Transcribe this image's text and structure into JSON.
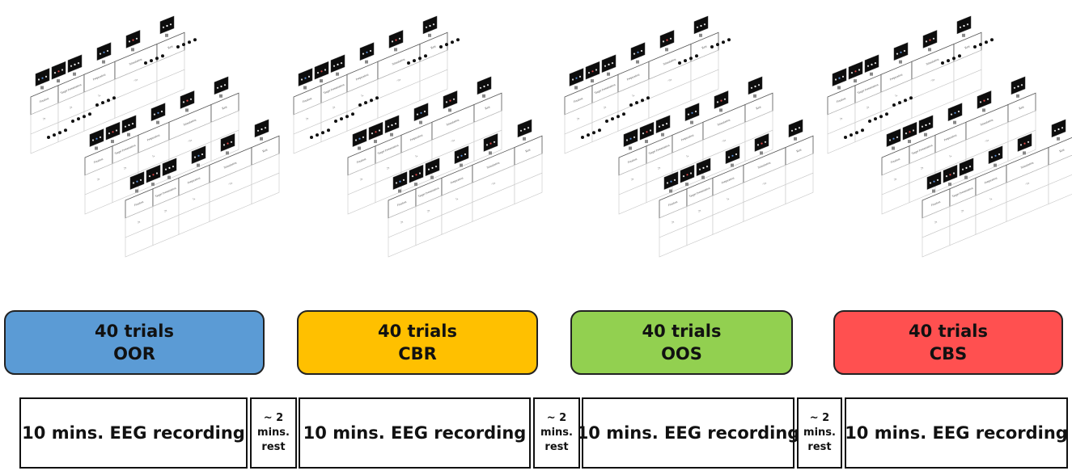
{
  "colors": {
    "blue": "#5b9bd5",
    "blue_brace": "#2e5fa8",
    "yellow": "#ffc000",
    "yellow_brace": "#f5c518",
    "green": "#92d050",
    "green_brace": "#7cc846",
    "red": "#ff5050",
    "red_brace": "#ee3b3b"
  },
  "conditions": [
    {
      "trials": "40 trials",
      "name": "OOR"
    },
    {
      "trials": "40 trials",
      "name": "CBR"
    },
    {
      "trials": "40 trials",
      "name": "OOS"
    },
    {
      "trials": "40 trials",
      "name": "CBS"
    }
  ],
  "recordings": [
    {
      "label": "10 mins. EEG recording"
    },
    {
      "label": "10 mins. EEG recording"
    },
    {
      "label": "10 mins. EEG recording"
    },
    {
      "label": "10 mins. EEG recording"
    }
  ],
  "rests": [
    {
      "line1": "~ 2",
      "line2": "mins.",
      "line3": "rest"
    },
    {
      "line1": "~ 2",
      "line2": "mins.",
      "line3": "rest"
    },
    {
      "line1": "~ 2",
      "line2": "mins.",
      "line3": "rest"
    }
  ],
  "trial_sheet": {
    "cell_labels": [
      "Fixation",
      "Target Presentation",
      "Preparation",
      "Stimulation",
      "Rest"
    ],
    "durations": [
      "2s",
      "2s",
      "1s",
      "~5s"
    ]
  }
}
